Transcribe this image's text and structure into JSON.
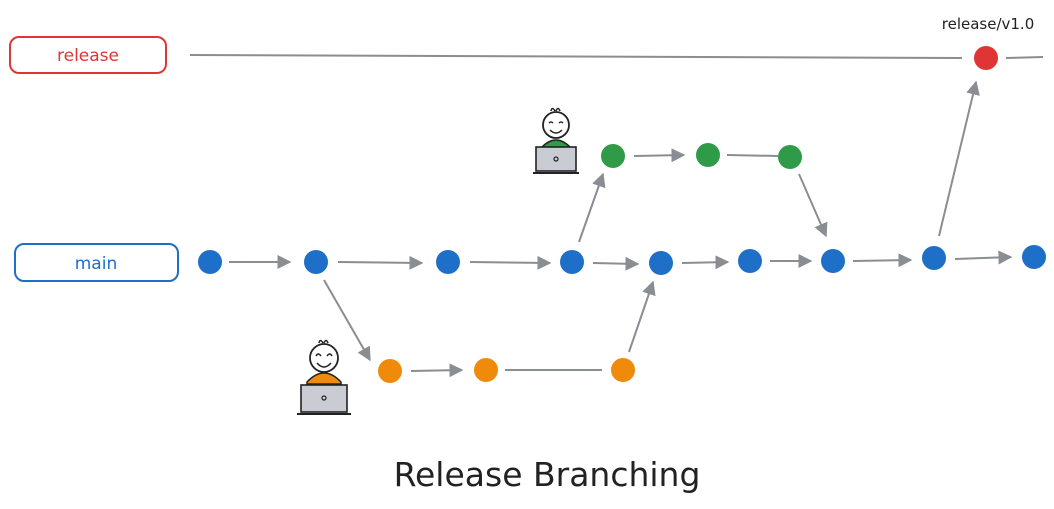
{
  "branches": {
    "release": {
      "label": "release",
      "color": "#e03535"
    },
    "main": {
      "label": "main",
      "color": "#1d6fc7"
    },
    "feature_a": {
      "color": "#2f9a47"
    },
    "feature_b": {
      "color": "#f08a0b"
    }
  },
  "tag": {
    "label": "release/v1.0",
    "color": "#e03535"
  },
  "line_color": "#8a8d91",
  "title": "Release Branching",
  "icons": [
    "developer-with-laptop-icon"
  ]
}
